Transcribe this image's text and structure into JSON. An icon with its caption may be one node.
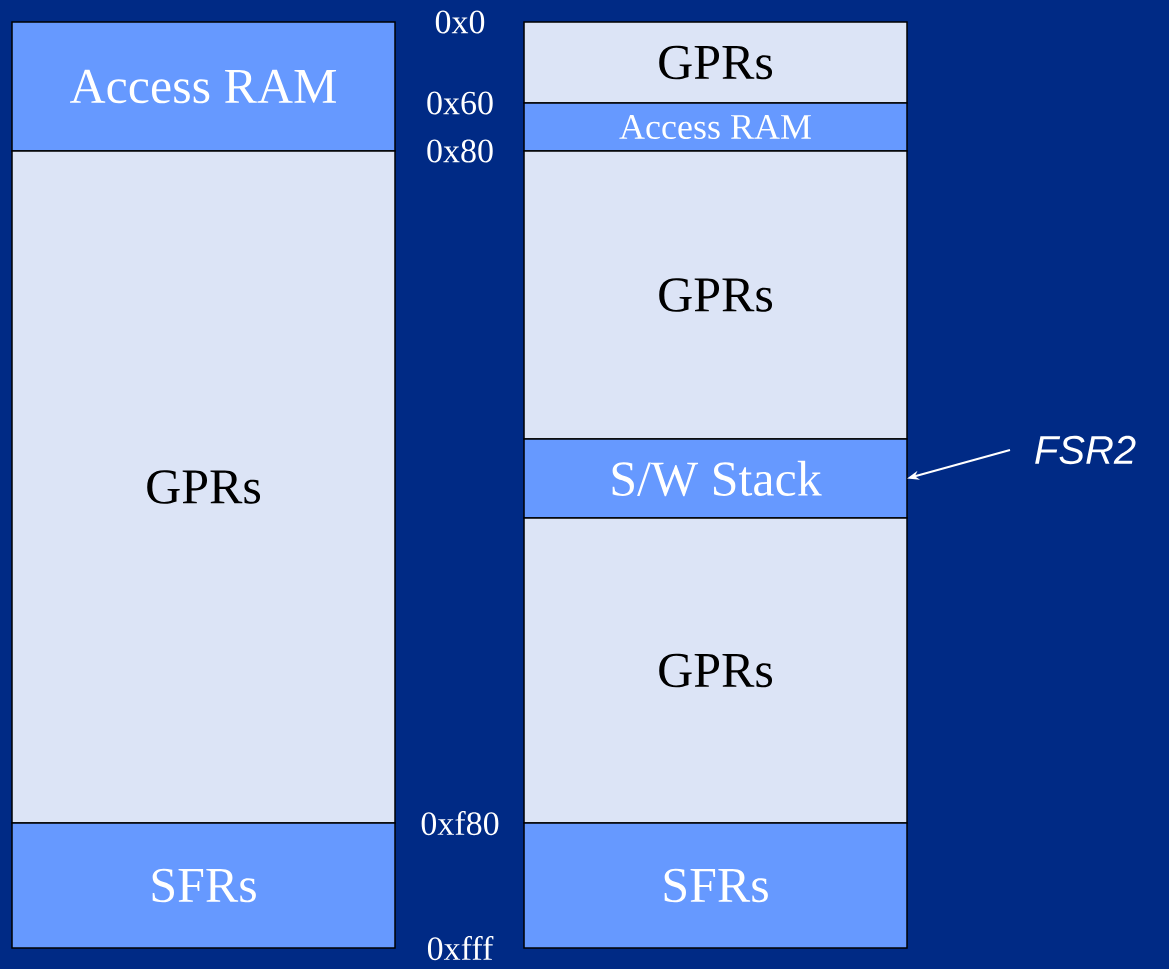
{
  "diagram": {
    "nodes": [
      {
        "text": [
          "Access RAM"
        ]
      },
      {
        "text": [
          "GPRs"
        ]
      },
      {
        "text": [
          "SFRs"
        ]
      },
      {
        "text": [
          "GPRs"
        ]
      },
      {
        "text": [
          "Access RAM"
        ]
      },
      {
        "text": [
          "GPRs"
        ]
      },
      {
        "text": [
          "S/W Stack"
        ]
      },
      {
        "text": [
          "GPRs"
        ]
      },
      {
        "text": [
          "SFRs"
        ]
      },
      {
        "text": [
          "FSR2"
        ]
      }
    ],
    "edges": [
      {
        "from": 9,
        "to": 6,
        "arrow": "to"
      }
    ],
    "labels": [
      "0x0",
      "0x60",
      "0x80",
      "0xf80",
      "0xfff"
    ]
  }
}
